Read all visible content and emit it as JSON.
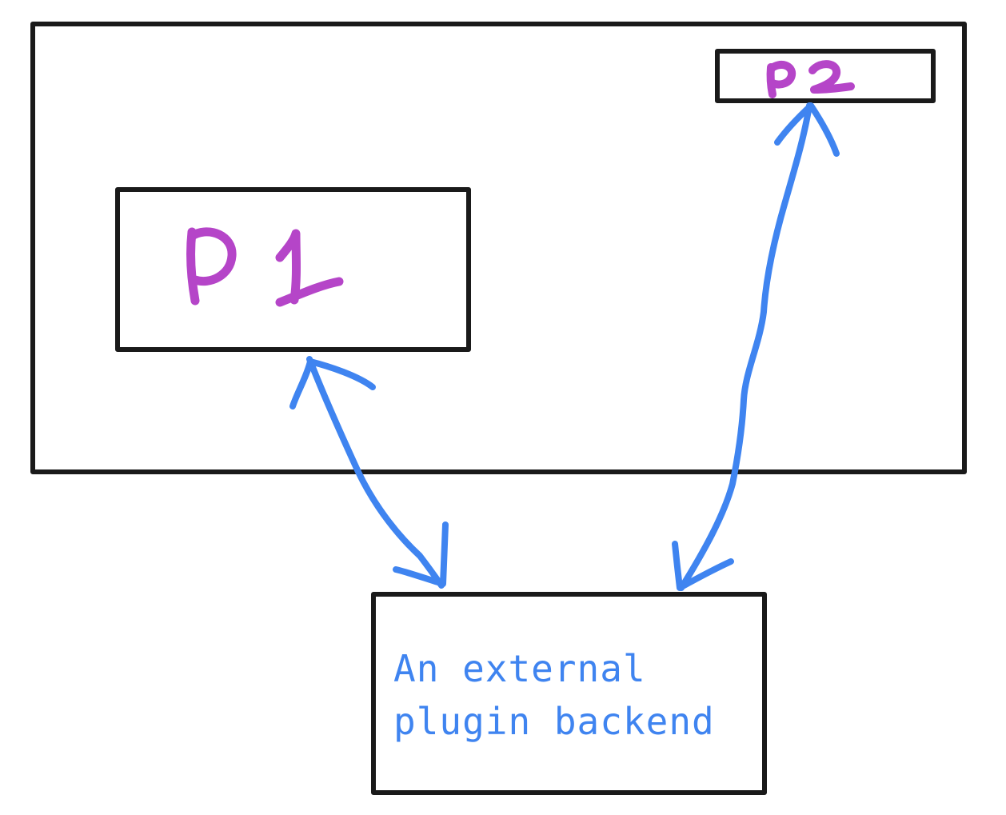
{
  "diagram": {
    "panel_1_label": "P 1",
    "panel_2_label": "P 2",
    "backend_label_line1": "An external",
    "backend_label_line2": "plugin backend"
  },
  "colors": {
    "outline": "#1a1a1a",
    "panel_label": "#b545c8",
    "arrows_and_backend_text": "#3f84f0",
    "background": "#ffffff"
  }
}
